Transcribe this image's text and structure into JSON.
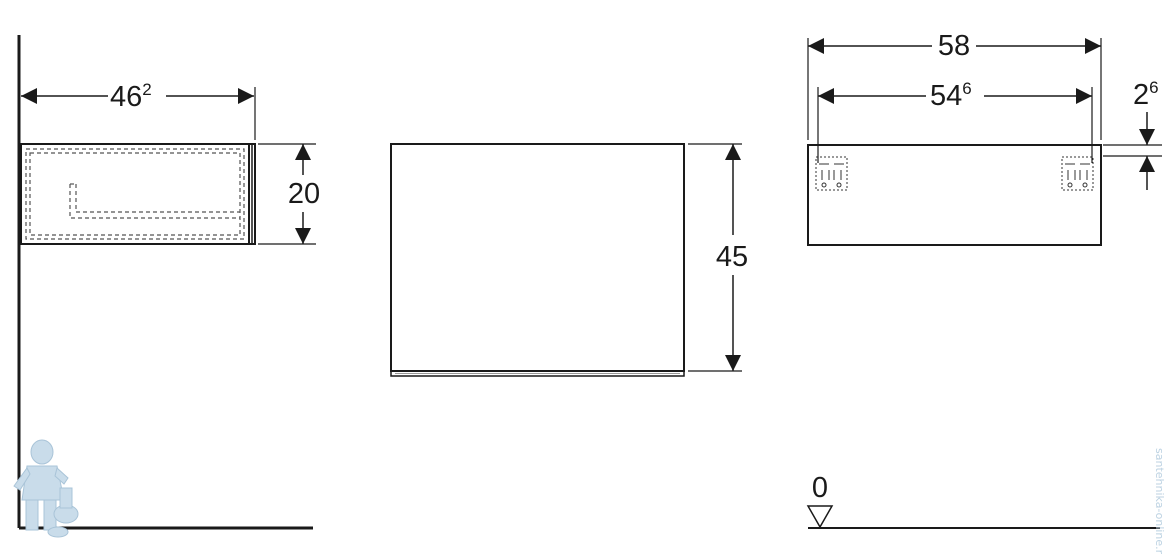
{
  "side_view": {
    "depth": {
      "main": "46",
      "sup": "2"
    },
    "height": "20"
  },
  "front_view": {
    "height": "45"
  },
  "top_view": {
    "width_outer": "58",
    "width_inner": {
      "main": "54",
      "sup": "6"
    },
    "offset": {
      "main": "2",
      "sup": "6"
    },
    "floor_level": "0"
  },
  "watermark": {
    "text": "santehnika-online.ru",
    "icon": "plumber-mascot-icon"
  },
  "colors": {
    "line": "#1a1a1a",
    "hidden_line": "#555555",
    "watermark": "#bcd2e2"
  }
}
